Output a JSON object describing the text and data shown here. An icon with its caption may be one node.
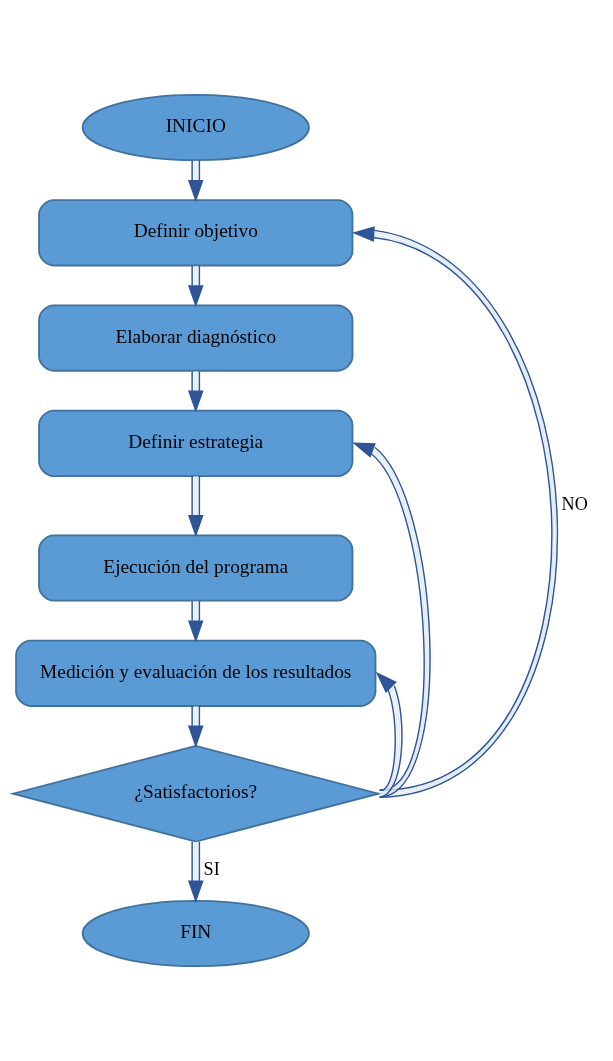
{
  "diagram": {
    "nodes": [
      {
        "text": [
          "INICIO"
        ]
      },
      {
        "text": [
          "Definir objetivo"
        ]
      },
      {
        "text": [
          "Elaborar diagnóstico"
        ]
      },
      {
        "text": [
          "Definir estrategia"
        ]
      },
      {
        "text": [
          "Ejecución del programa"
        ]
      },
      {
        "text": [
          "Medición y evaluación de los resultados"
        ]
      },
      {
        "text": [
          "¿Satisfactorios?"
        ]
      },
      {
        "text": [
          "FIN"
        ]
      }
    ],
    "edges": [
      {
        "from": 0,
        "to": 1,
        "arrow": "to"
      },
      {
        "from": 1,
        "to": 2,
        "arrow": "to"
      },
      {
        "from": 2,
        "to": 3,
        "arrow": "to"
      },
      {
        "from": 3,
        "to": 4,
        "arrow": "to"
      },
      {
        "from": 4,
        "to": 5,
        "arrow": "to"
      },
      {
        "from": 5,
        "to": 6,
        "arrow": "to"
      },
      {
        "from": 6,
        "to": 7,
        "arrow": "to",
        "label": "SI"
      },
      {
        "from": 6,
        "to": 5,
        "arrow": "to"
      },
      {
        "from": 6,
        "to": 3,
        "arrow": "to"
      },
      {
        "from": 6,
        "to": 1,
        "arrow": "to",
        "label": "NO"
      }
    ]
  }
}
